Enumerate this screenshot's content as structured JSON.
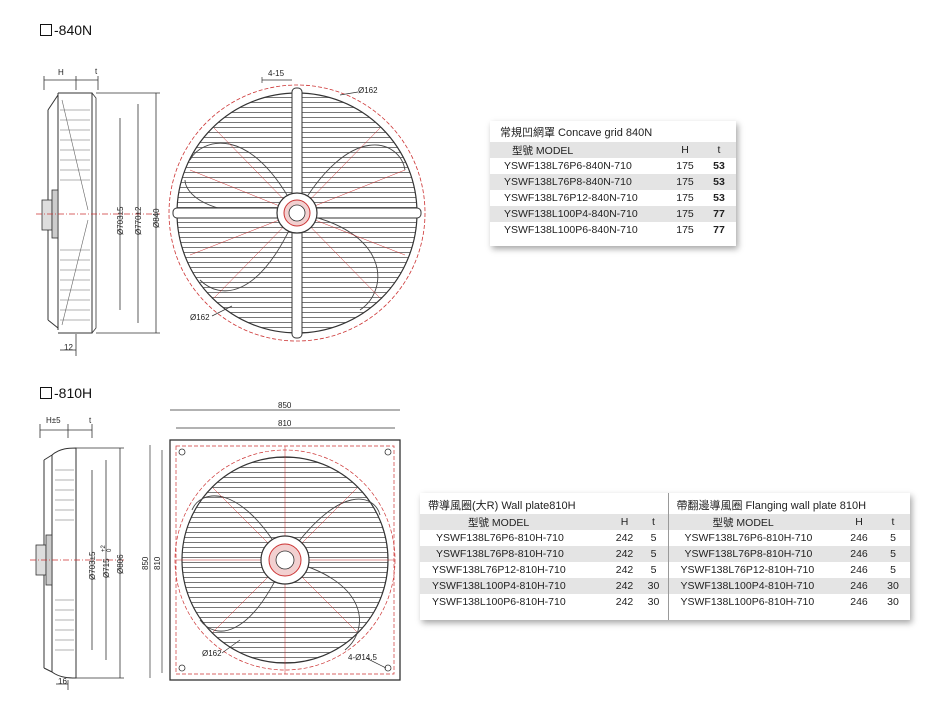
{
  "section_840n": {
    "title": "-840N",
    "dims": {
      "H": "H",
      "t": "t",
      "d703": "Ø703±5",
      "d770": "Ø770±2",
      "d840": "Ø840",
      "bottom12": "12",
      "top415": "4-15",
      "d162a": "Ø162",
      "d162b": "Ø162"
    },
    "table": {
      "title": "常規凹網罩  Concave grid  840N",
      "headers": {
        "model": "型號  MODEL",
        "h": "H",
        "t": "t"
      },
      "rows": [
        {
          "model": "YSWF138L76P6-840N-710",
          "h": "175",
          "t": "53"
        },
        {
          "model": "YSWF138L76P8-840N-710",
          "h": "175",
          "t": "53"
        },
        {
          "model": "YSWF138L76P12-840N-710",
          "h": "175",
          "t": "53"
        },
        {
          "model": "YSWF138L100P4-840N-710",
          "h": "175",
          "t": "77"
        },
        {
          "model": "YSWF138L100P6-840N-710",
          "h": "175",
          "t": "77"
        }
      ]
    }
  },
  "section_810h": {
    "title": "-810H",
    "dims": {
      "H": "H±5",
      "t": "t",
      "d703": "Ø703±5",
      "d715": "Ø715",
      "d715sup": "+2",
      "d715sub": "0",
      "d806": "Ø806",
      "bottom16": "16",
      "w850": "850",
      "w810": "810",
      "h850": "850",
      "h810": "810",
      "d162": "Ø162",
      "holes": "4-Ø14.5"
    },
    "table_left": {
      "title": "帶導風圈(大R)  Wall plate810H",
      "headers": {
        "model": "型號  MODEL",
        "h": "H",
        "t": "t"
      },
      "rows": [
        {
          "model": "YSWF138L76P6-810H-710",
          "h": "242",
          "t": "5"
        },
        {
          "model": "YSWF138L76P8-810H-710",
          "h": "242",
          "t": "5"
        },
        {
          "model": "YSWF138L76P12-810H-710",
          "h": "242",
          "t": "5"
        },
        {
          "model": "YSWF138L100P4-810H-710",
          "h": "242",
          "t": "30"
        },
        {
          "model": "YSWF138L100P6-810H-710",
          "h": "242",
          "t": "30"
        }
      ]
    },
    "table_right": {
      "title": "帶翻邊導風圈 Flanging wall plate 810H",
      "headers": {
        "model": "型號  MODEL",
        "h": "H",
        "t": "t"
      },
      "rows": [
        {
          "model": "YSWF138L76P6-810H-710",
          "h": "246",
          "t": "5"
        },
        {
          "model": "YSWF138L76P8-810H-710",
          "h": "246",
          "t": "5"
        },
        {
          "model": "YSWF138L76P12-810H-710",
          "h": "246",
          "t": "5"
        },
        {
          "model": "YSWF138L100P4-810H-710",
          "h": "246",
          "t": "30"
        },
        {
          "model": "YSWF138L100P6-810H-710",
          "h": "246",
          "t": "30"
        }
      ]
    }
  }
}
